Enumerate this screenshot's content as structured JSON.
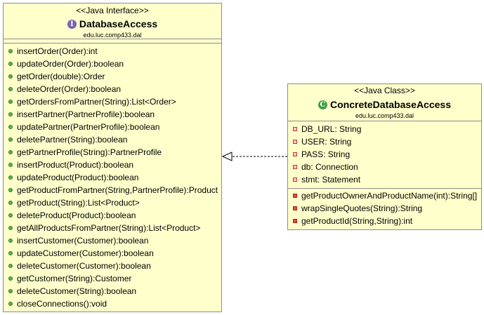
{
  "interface": {
    "stereotype": "<<Java Interface>>",
    "name": "DatabaseAccess",
    "package": "edu.luc.comp433.dal",
    "icon": "interface-icon",
    "icon_glyph": "I",
    "methods": [
      "insertOrder(Order):int",
      "updateOrder(Order):boolean",
      "getOrder(double):Order",
      "deleteOrder(Order):boolean",
      "getOrdersFromPartner(String):List<Order>",
      "insertPartner(PartnerProfile):boolean",
      "updatePartner(PartnerProfile):boolean",
      "deletePartner(String):boolean",
      "getPartnerProfile(String):PartnerProfile",
      "insertProduct(Product):boolean",
      "updateProduct(Product):boolean",
      "getProductFromPartner(String,PartnerProfile):Product",
      "getProduct(String):List<Product>",
      "deleteProduct(Product):boolean",
      "getAllProductsFromPartner(String):List<Product>",
      "insertCustomer(Customer):boolean",
      "updateCustomer(Customer):boolean",
      "deleteCustomer(Customer):boolean",
      "getCustomer(String):Customer",
      "deleteCustomer(String):boolean",
      "closeConnections():void"
    ]
  },
  "class": {
    "stereotype": "<<Java Class>>",
    "name": "ConcreteDatabaseAccess",
    "package": "edu.luc.comp433.dal",
    "icon": "class-icon",
    "icon_glyph": "C",
    "fields": [
      "DB_URL: String",
      "USER: String",
      "PASS: String",
      "db: Connection",
      "stmt: Statement"
    ],
    "methods": [
      "getProductOwnerAndProductName(int):String[]",
      "wrapSingleQuotes(String):String",
      "getProductId(String,String):int"
    ]
  },
  "relationship": {
    "type": "realization",
    "from": "ConcreteDatabaseAccess",
    "to": "DatabaseAccess"
  },
  "colors": {
    "box_fill": "#ffffcc",
    "border": "#8c8c8c",
    "public": "#5bb54e",
    "private": "#e04a3c"
  }
}
